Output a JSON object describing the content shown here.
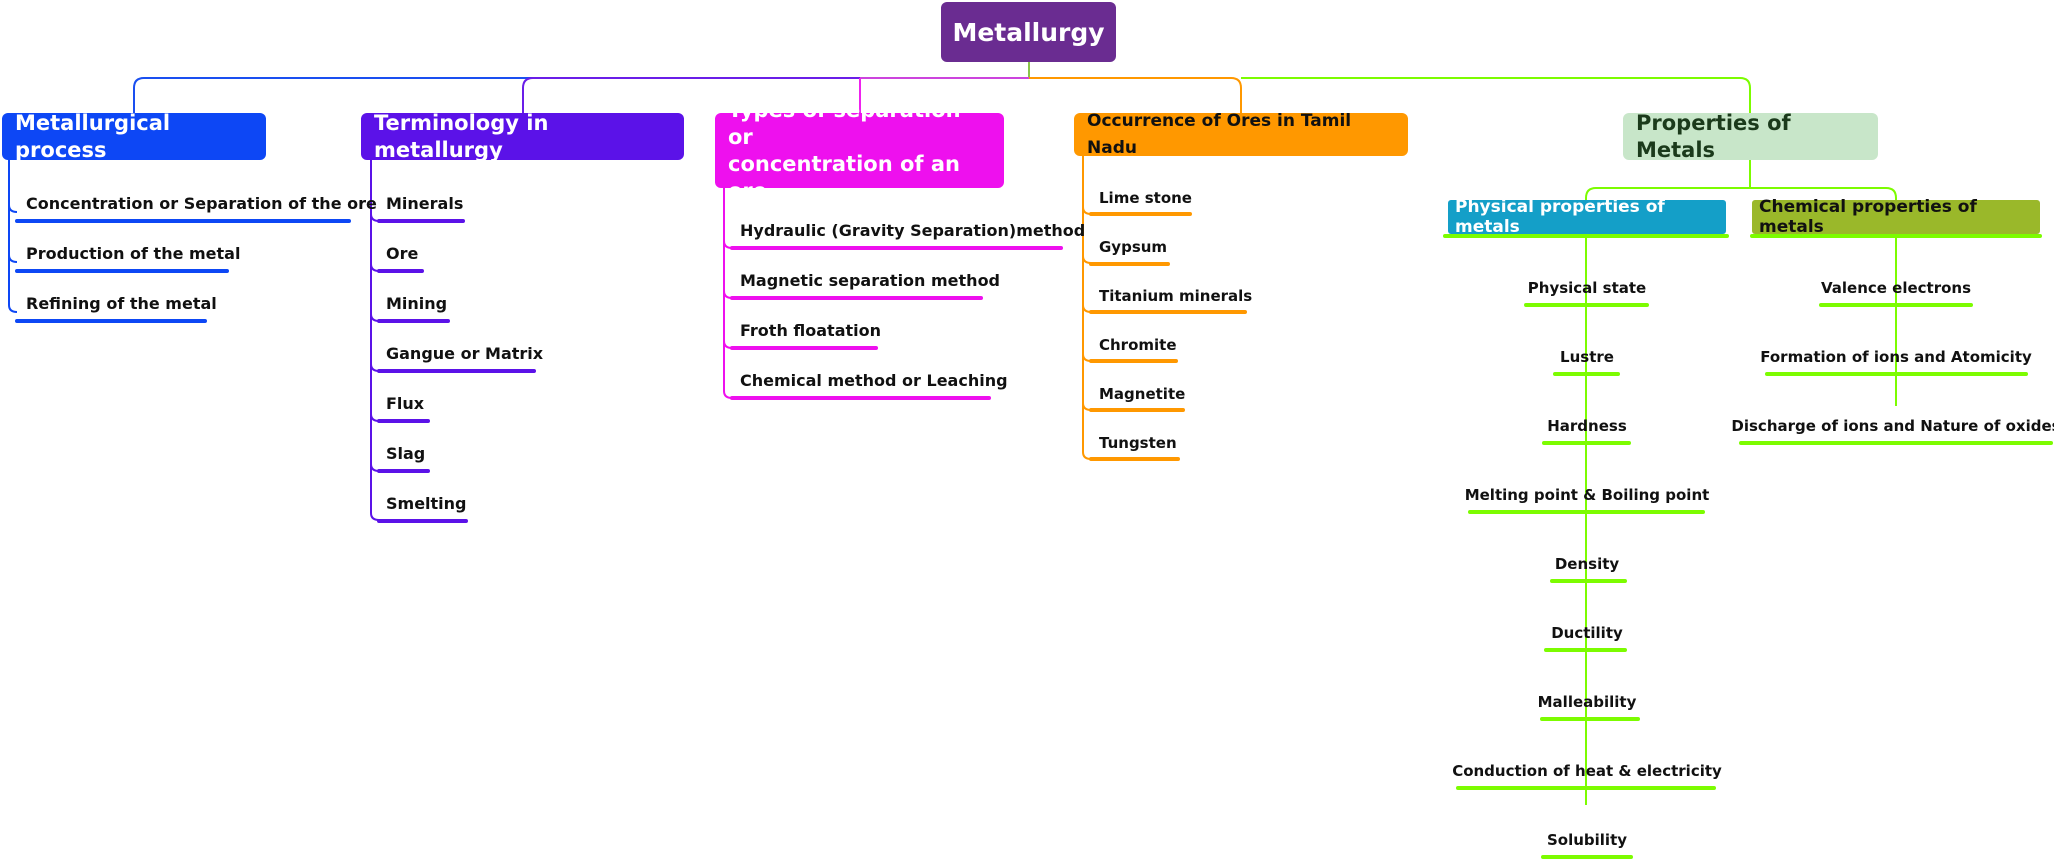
{
  "root": {
    "label": "Metallurgy",
    "color": "#6a2c91"
  },
  "branches": [
    {
      "label": "Metallurgical process",
      "color": "#0d47f5",
      "items": [
        "Concentration or Separation of the ore",
        "Production of the metal",
        "Refining of the metal"
      ]
    },
    {
      "label": "Terminology in metallurgy",
      "color": "#5b12e8",
      "items": [
        "Minerals",
        "Ore",
        "Mining",
        "Gangue or Matrix",
        "Flux",
        "Slag",
        "Smelting"
      ]
    },
    {
      "label_line1": "Types of separation or",
      "label_line2": "concentration of an ore",
      "color": "#ee10ee",
      "items": [
        "Hydraulic (Gravity Separation)method",
        "Magnetic separation method",
        "Froth floatation",
        "Chemical method or Leaching"
      ]
    },
    {
      "label": "Occurrence of Ores in Tamil Nadu",
      "color": "#ff9800",
      "items": [
        "Lime stone",
        "Gypsum",
        "Titanium minerals",
        "Chromite",
        "Magnetite",
        "Tungsten"
      ]
    },
    {
      "label": "Properties of Metals",
      "color": "#c8e6c9",
      "line_color": "#7cfc00",
      "physical": {
        "label": "Physical properties of metals",
        "color": "#149fc8",
        "items": [
          "Physical state",
          "Lustre",
          "Hardness",
          "Melting point & Boiling point",
          "Density",
          "Ductility",
          "Malleability",
          "Conduction of heat & electricity",
          "Solubility"
        ]
      },
      "chemical": {
        "label": "Chemical properties of metals",
        "color": "#9ab82a",
        "items": [
          "Valence electrons",
          "Formation of ions and Atomicity",
          "Discharge of ions and Nature of oxides"
        ]
      }
    }
  ]
}
